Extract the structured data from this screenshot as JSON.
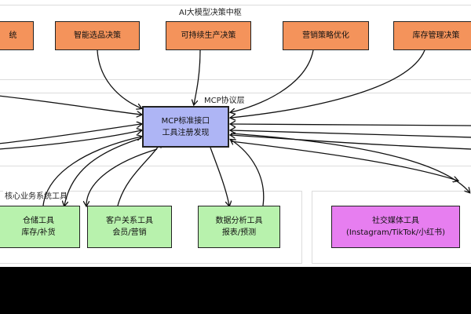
{
  "diagram": {
    "ai_hub_label": "AI大模型决策中枢",
    "mcp_layer_label": "MCP协议层",
    "core_systems_label": "核心业务系统工具",
    "decision_nodes": [
      {
        "label": "统"
      },
      {
        "label": "智能选品决策"
      },
      {
        "label": "可持续生产决策"
      },
      {
        "label": "营销策略优化"
      },
      {
        "label": "库存管理决策"
      }
    ],
    "mcp_node": {
      "line1": "MCP标准接口",
      "line2": "工具注册发现"
    },
    "tool_nodes": [
      {
        "line1": "仓储工具",
        "line2": "库存/补货"
      },
      {
        "line1": "客户关系工具",
        "line2": "会员/营销"
      },
      {
        "line1": "数据分析工具",
        "line2": "报表/预测"
      },
      {
        "line1": "社交媒体工具",
        "line2": "(Instagram/TikTok/小红书)"
      }
    ],
    "colors": {
      "decision": "#f4935b",
      "mcp": "#aeb5f5",
      "tool": "#b8f2ad",
      "social": "#e77ef0"
    }
  }
}
